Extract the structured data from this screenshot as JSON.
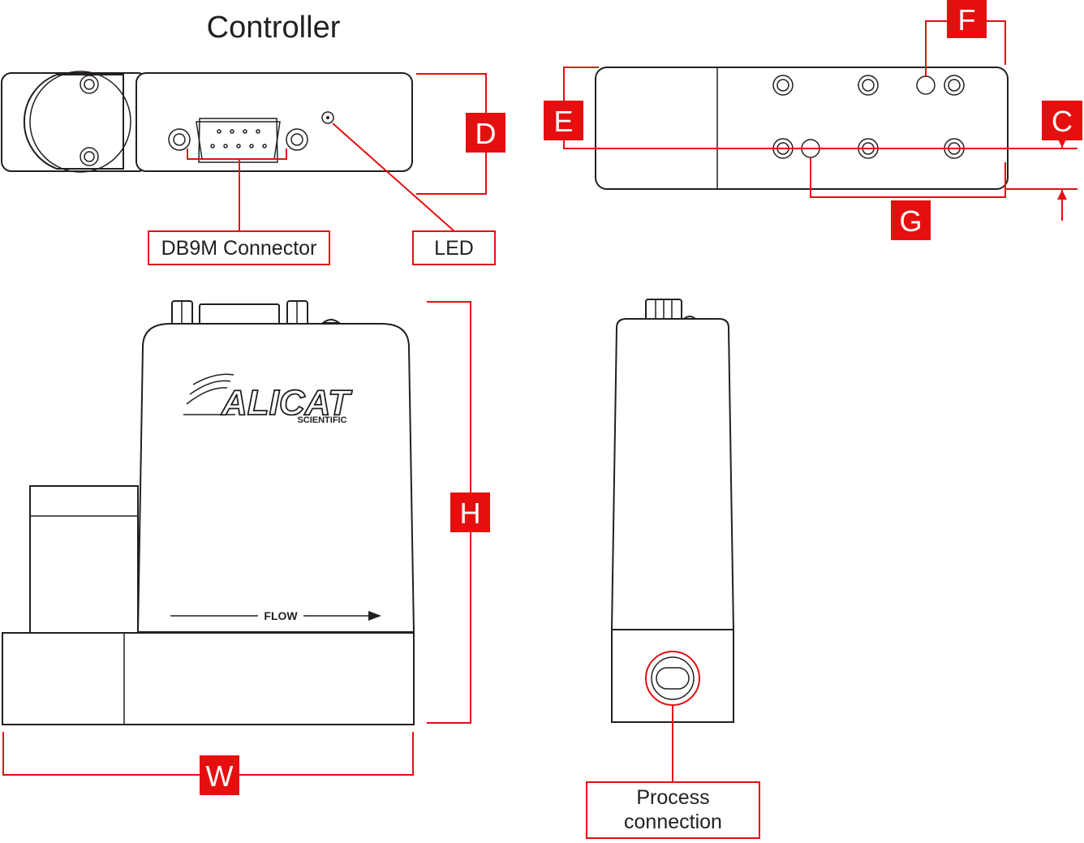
{
  "title": "Controller",
  "labels": {
    "db9": "DB9M Connector",
    "led": "LED",
    "process_line1": "Process",
    "process_line2": "connection"
  },
  "dimension_letters": {
    "c": "C",
    "d": "D",
    "e": "E",
    "f": "F",
    "g": "G",
    "h": "H",
    "w": "W"
  },
  "logo": {
    "brand": "ALICAT",
    "sub": "SCIENTIFIC"
  },
  "flow_text": "FLOW",
  "colors": {
    "accent_red": "#e60f0f",
    "line": "#231f20",
    "background": "#ffffff"
  }
}
